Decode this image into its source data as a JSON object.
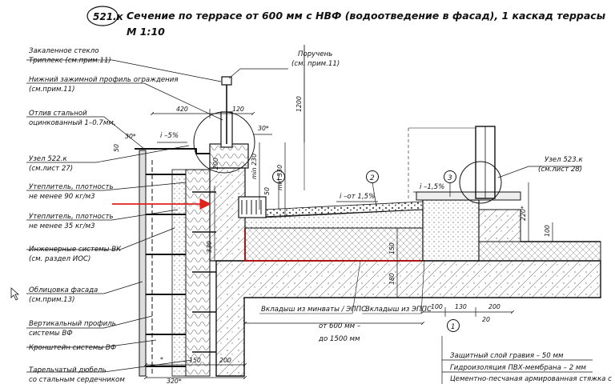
{
  "title": {
    "number": "521.к",
    "text": "Сечение по террасе от 600 мм с НВФ (водоотведение в фасад), 1 каскад террасы",
    "scale": "М 1:10"
  },
  "left_callouts": [
    {
      "line1": "Закаленное стекло",
      "line2": "Триплекс  (см.прим.11)"
    },
    {
      "line1": "Нижний зажимной профиль ограждения",
      "line2": "(см.прим.11)"
    },
    {
      "line1": "Отлив стальной",
      "line2": "оцинкованный 1–0.7мм,"
    },
    {
      "line1": "Узел 522.к",
      "line2": "(см.лист 27)"
    },
    {
      "line1": "Утеплитель, плотность",
      "line2": "не менее 90 кг/м3"
    },
    {
      "line1": "Утеплитель, плотность",
      "line2": "не менее 35 кг/м3"
    },
    {
      "line1": "Инженерные системы ВК",
      "line2": "(см. раздел ИОС)"
    },
    {
      "line1": "Облицовка фасада",
      "line2": "(см.прим.13)"
    },
    {
      "line1": "Вертикальный профиль",
      "line2": "системы ВФ"
    },
    {
      "line1": "Кронштейн системы ВФ",
      "line2": ""
    },
    {
      "line1": "Тарельчатый дюбель",
      "line2": "со стальным сердечником"
    }
  ],
  "top_callout": {
    "line1": "Поручень",
    "line2": "(см. прим.11)"
  },
  "right_callout": {
    "line1": "Узел 523.к",
    "line2": "(см.лист 28)"
  },
  "slopes": {
    "left": "i –5%",
    "middle": "i –от 1,5%",
    "right": "i –1,5%"
  },
  "markers": [
    "1",
    "2",
    "3"
  ],
  "inserts": {
    "mineral": "Вкладыш из минваты / ЭППС",
    "epps": "Вкладыш из ЭППС",
    "range_1": "от 600 мм –",
    "range_2": "до 1500 мм"
  },
  "layers_marker": "1",
  "layers": [
    "Защитный слой гравия – 50 мм",
    "Гидроизоляция ПВХ-мембрана – 2 мм",
    "Цементно-песчаная армированная стяжка с"
  ],
  "dimensions": {
    "d420": "420",
    "d120": "120",
    "d30_top": "30*",
    "d30_left": "30*",
    "d50": "50",
    "d200_wall": "200",
    "d1200": "1200",
    "d230": "min 230",
    "d330": "min 330",
    "d50_step": "50",
    "d330_wall": "330",
    "d150_low": "150",
    "d180": "180",
    "d220": "220*",
    "d100_right": "100",
    "d100": "100",
    "d130": "130",
    "d200": "200",
    "d20": "20",
    "d_star": "*",
    "d150": "150",
    "d200_bottom": "200",
    "d320": "320*"
  },
  "colors": {
    "line": "#111111",
    "accent_arrow": "#e0201b",
    "membrane": "#b01515",
    "hatch": "#555555"
  }
}
